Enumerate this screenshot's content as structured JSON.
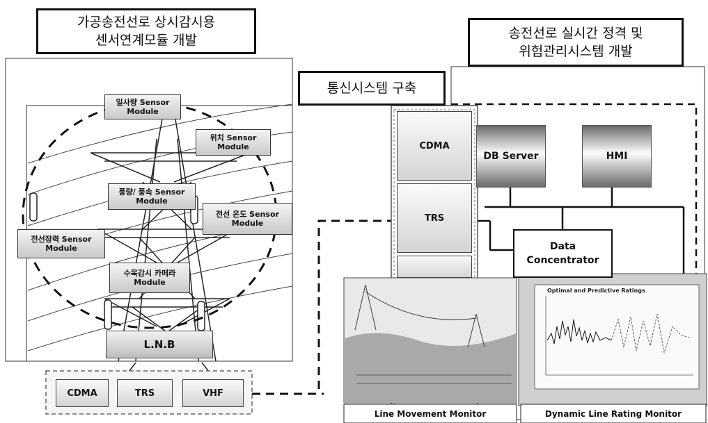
{
  "titles": {
    "sensor_module": [
      "가공송전선로 상시감시용",
      "센서연계모듈 개발"
    ],
    "rating_system": [
      "송전선로 실시간 정격 및",
      "위험관리시스템 개발"
    ],
    "comm_system": "통신시스템 구축"
  },
  "sensors": {
    "solar": [
      "일사량 Sensor",
      "Module"
    ],
    "position": [
      "위치 Sensor",
      "Module"
    ],
    "wind": [
      "풍량/ 풍속 Sensor",
      "Module"
    ],
    "temperature": [
      "전선 온도 Sensor",
      "Module"
    ],
    "tension": [
      "전선장력 Sensor",
      "Module"
    ],
    "camera": [
      "수목감시 카메라",
      "Module"
    ]
  },
  "lnb": "L.N.B",
  "comm_channels": {
    "cdma": "CDMA",
    "trs": "TRS",
    "vhf": "VHF"
  },
  "column_comm": {
    "cdma": "CDMA",
    "trs": "TRS"
  },
  "servers": {
    "db": "DB Server",
    "hmi": "HMI"
  },
  "data_concentrator": [
    "Data",
    "Concentrator"
  ],
  "monitors": {
    "line_movement": "Line Movement Monitor",
    "dynamic_rating": "Dynamic Line Rating Monitor",
    "rating_chart_title": "Optimal and Predictive Ratings"
  }
}
